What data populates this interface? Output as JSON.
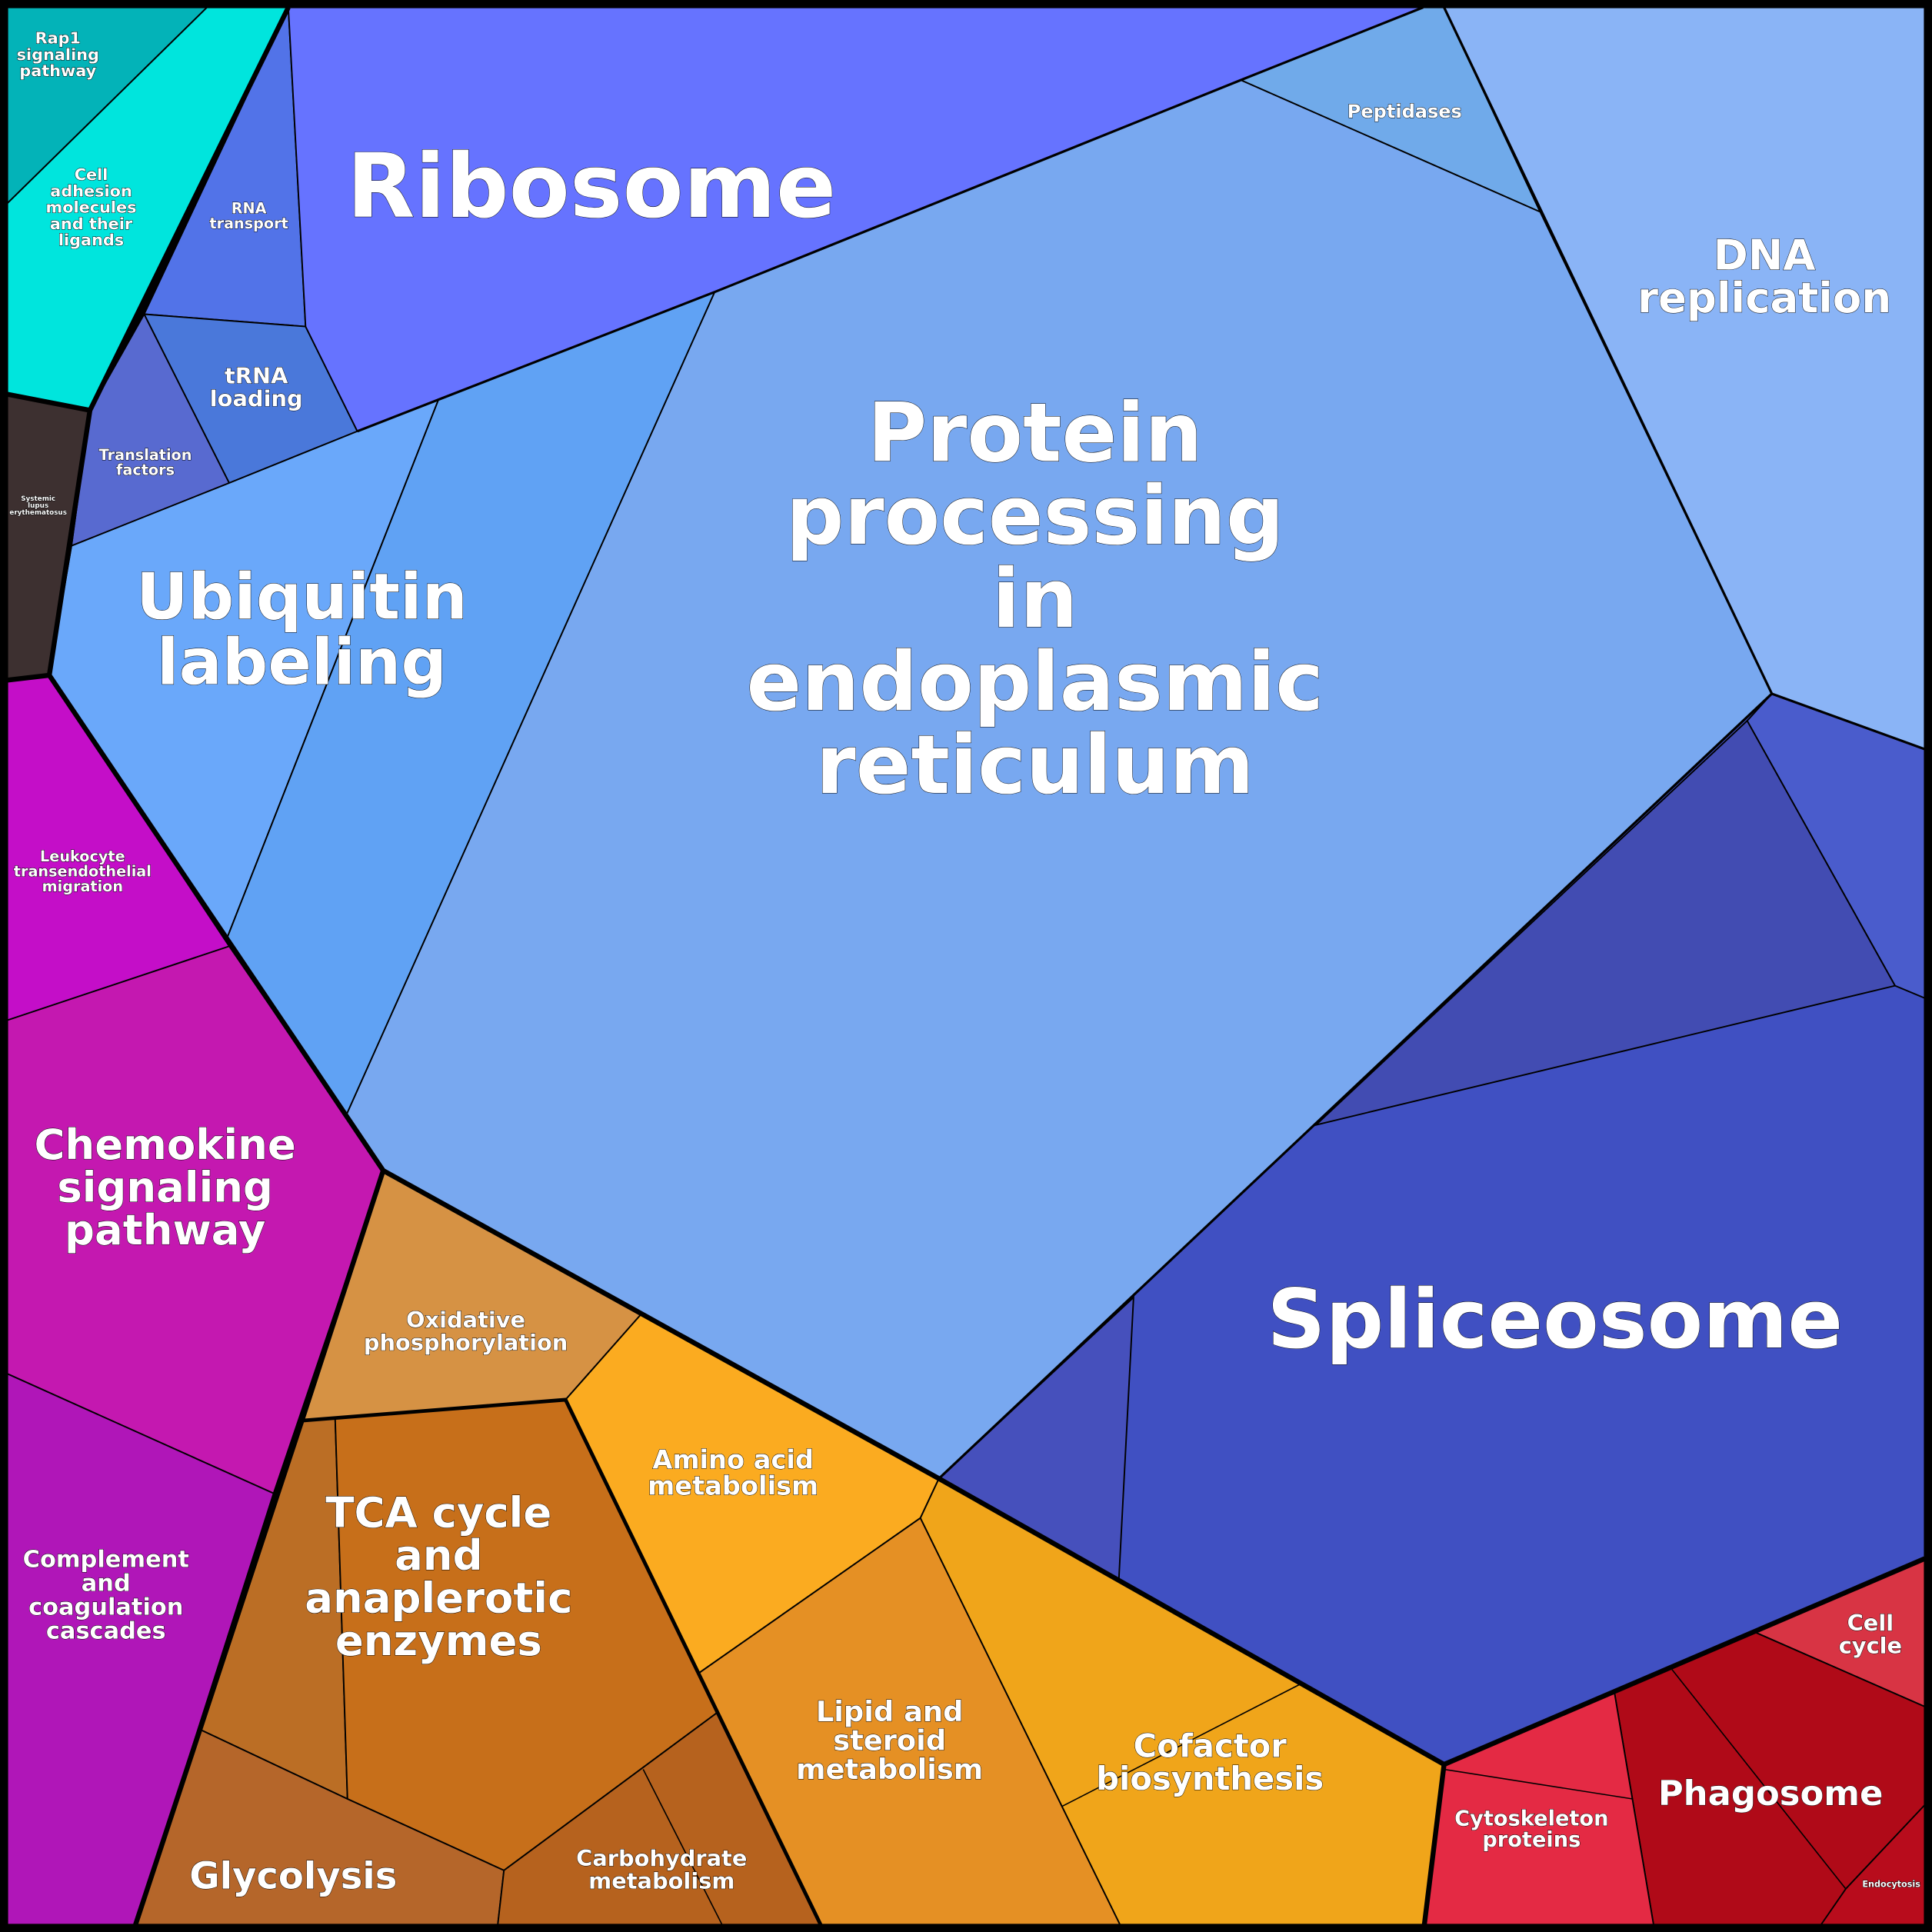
{
  "cells": {
    "rap1": {
      "lines": [
        "Rap1",
        "signaling",
        "pathway"
      ],
      "color": "#03b3b8"
    },
    "cell_adhesion": {
      "lines": [
        "Cell",
        "adhesion",
        "molecules",
        "and their",
        "ligands"
      ],
      "color": "#00e5dd"
    },
    "rna_transport": {
      "lines": [
        "RNA",
        "transport"
      ],
      "color": "#5273e8"
    },
    "trna_loading": {
      "lines": [
        "tRNA",
        "loading"
      ],
      "color": "#4a78da"
    },
    "translation_factors": {
      "lines": [
        "Translation",
        "factors"
      ],
      "color": "#586ad0"
    },
    "ribosome": {
      "lines": [
        "Ribosome"
      ],
      "color": "#6673ff"
    },
    "peptidases": {
      "lines": [
        "Peptidases"
      ],
      "color": "#70aaea"
    },
    "dna_replication": {
      "lines": [
        "DNA",
        "replication"
      ],
      "color": "#8ab4f6"
    },
    "protein_processing": {
      "lines": [
        "Protein",
        "processing",
        "in",
        "endoplasmic",
        "reticulum"
      ],
      "color": "#78a8f0"
    },
    "ubiquitin_a": {
      "lines": [],
      "color": "#6aa8fa"
    },
    "ubiquitin_b": {
      "lines": [
        "Ubiquitin",
        "labeling"
      ],
      "color": "#60a2f4"
    },
    "systemic_lupus": {
      "lines": [
        "Systemic",
        "lupus",
        "erythematosus"
      ],
      "color": "#3d3030"
    },
    "leukocyte": {
      "lines": [
        "Leukocyte",
        "transendothelial",
        "migration"
      ],
      "color": "#c40ec8"
    },
    "chemokine": {
      "lines": [
        "Chemokine",
        "signaling",
        "pathway"
      ],
      "color": "#c418b0"
    },
    "complement": {
      "lines": [
        "Complement",
        "and",
        "coagulation",
        "cascades"
      ],
      "color": "#b016b8"
    },
    "oxidative": {
      "lines": [
        "Oxidative",
        "phosphorylation"
      ],
      "color": "#d69244"
    },
    "tca_left": {
      "lines": [],
      "color": "#bb6e25"
    },
    "tca": {
      "lines": [
        "TCA cycle",
        "and",
        "anaplerotic",
        "enzymes"
      ],
      "color": "#c76f1a"
    },
    "glycolysis": {
      "lines": [
        "Glycolysis"
      ],
      "color": "#b5662a"
    },
    "carbohydrate": {
      "lines": [
        "Carbohydrate",
        "metabolism"
      ],
      "color": "#b6621e"
    },
    "amino_acid": {
      "lines": [
        "Amino acid",
        "metabolism"
      ],
      "color": "#fbab20"
    },
    "lipid": {
      "lines": [
        "Lipid and",
        "steroid",
        "metabolism"
      ],
      "color": "#e59024"
    },
    "cofactor": {
      "lines": [
        "Cofactor",
        "biosynthesis"
      ],
      "color": "#f0a51a"
    },
    "spliceosome": {
      "lines": [
        "Spliceosome"
      ],
      "color": "#4050c2"
    },
    "splice_ur": {
      "lines": [],
      "color": "#4a5ccc"
    },
    "splice_mid": {
      "lines": [],
      "color": "#424cb2"
    },
    "splice_ll": {
      "lines": [],
      "color": "#4650bc"
    },
    "cell_cycle": {
      "lines": [
        "Cell",
        "cycle"
      ],
      "color": "#d83444"
    },
    "phagosome": {
      "lines": [
        "Phagosome"
      ],
      "color": "#b00a18"
    },
    "endocytosis": {
      "lines": [
        "Endocytosis"
      ],
      "color": "#b80c1c"
    },
    "cytoskeleton": {
      "lines": [
        "Cytoskeleton",
        "proteins"
      ],
      "color": "#e42a44"
    }
  }
}
